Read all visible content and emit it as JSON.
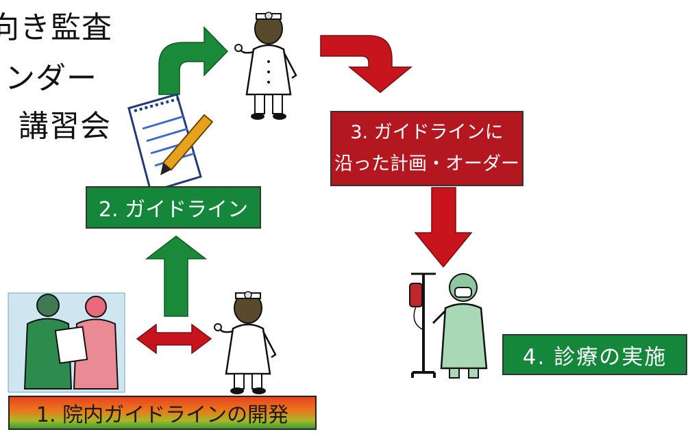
{
  "corner_text": {
    "line1": "向き監査",
    "line2": "ンダー",
    "line3": "講習会"
  },
  "labels": {
    "step1": "1. 院内ガイドラインの開発",
    "step2": "2. ガイドライン",
    "step3_line1": "3. ガイドラインに",
    "step3_line2": "沿った計画・オーダー",
    "step4": "4. 診療の実施"
  },
  "colors": {
    "green": "#14873a",
    "red": "#b3171f",
    "arrow_red": "#c8151d",
    "arrow_green": "#1a8a3a"
  },
  "icons": [
    "doctor-icon",
    "notepad-pen-icon",
    "surgeons-icon",
    "patient-iv-icon"
  ]
}
